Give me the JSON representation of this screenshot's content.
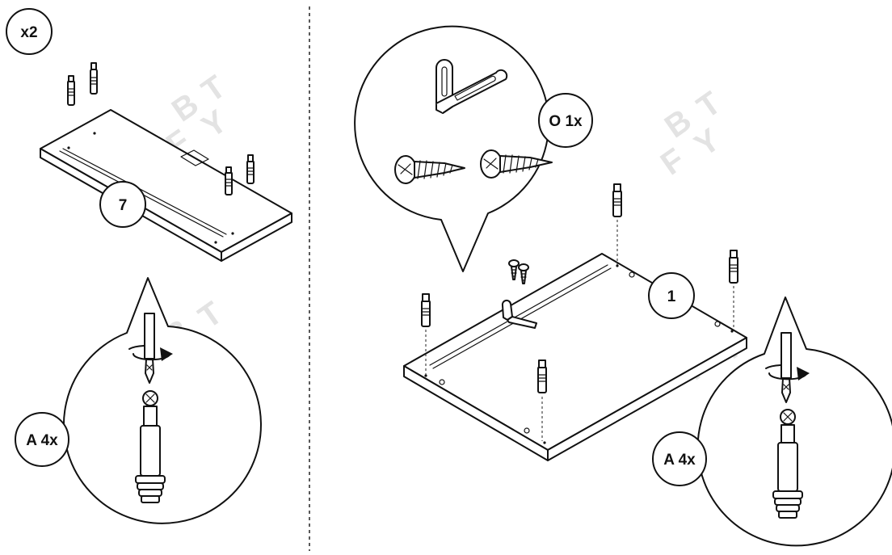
{
  "left_step": {
    "quantity_badge": "x2",
    "part_badge": "7",
    "fitting_badge": "A 4x"
  },
  "right_step": {
    "hardware_badge": "O 1x",
    "part_badge": "1",
    "fitting_badge": "A 4x"
  },
  "watermark_letters": [
    "B",
    "T",
    "F",
    "Y"
  ]
}
